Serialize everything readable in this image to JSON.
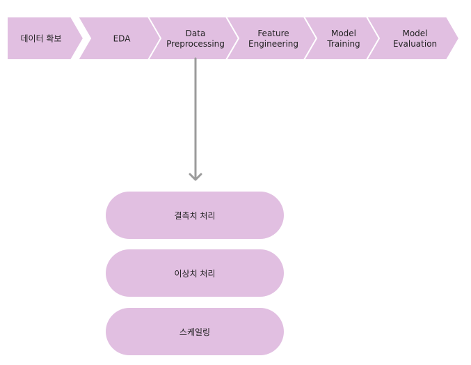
{
  "pipeline": {
    "steps": [
      {
        "lines": [
          "데이터 확보"
        ]
      },
      {
        "lines": [
          "EDA"
        ]
      },
      {
        "lines": [
          "Data",
          "Preprocessing"
        ]
      },
      {
        "lines": [
          "Feature",
          "Engineering"
        ]
      },
      {
        "lines": [
          "Model",
          "Training"
        ]
      },
      {
        "lines": [
          "Model",
          "Evaluation"
        ]
      }
    ],
    "expanded_step": 2
  },
  "substeps": [
    {
      "label": "결측치 처리"
    },
    {
      "label": "이상치 처리"
    },
    {
      "label": "스케일링"
    }
  ],
  "colors": {
    "step_fill": "#e1bfe1",
    "substep_fill": "#e1bfe1",
    "connector": "#9b9b9b",
    "text": "#222222"
  }
}
